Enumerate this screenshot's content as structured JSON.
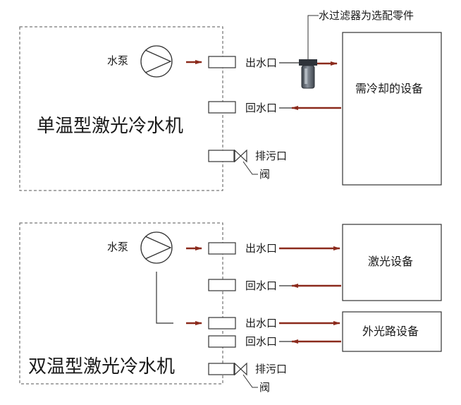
{
  "top": {
    "machine_name": "单温型激光冷水机",
    "pump_label": "水泵",
    "outlet_label": "出水口",
    "return_label": "回水口",
    "drain_label": "排污口",
    "valve_label": "阀",
    "filter_label": "水过滤器为选配零件",
    "device_label": "需冷却的设备"
  },
  "bottom": {
    "machine_name": "双温型激光冷水机",
    "pump_label": "水泵",
    "outlet1_label": "出水口",
    "return1_label": "回水口",
    "outlet2_label": "出水口",
    "return2_label": "回水口",
    "drain_label": "排污口",
    "valve_label": "阀",
    "laser_device_label": "激光设备",
    "optics_device_label": "外光路设备"
  },
  "colors": {
    "line": "#333333",
    "pipe": "#8b2a1c",
    "filter_body": "#5f6670"
  },
  "icons": [
    "pump-icon",
    "valve-icon",
    "filter-icon",
    "arrow-icon"
  ]
}
